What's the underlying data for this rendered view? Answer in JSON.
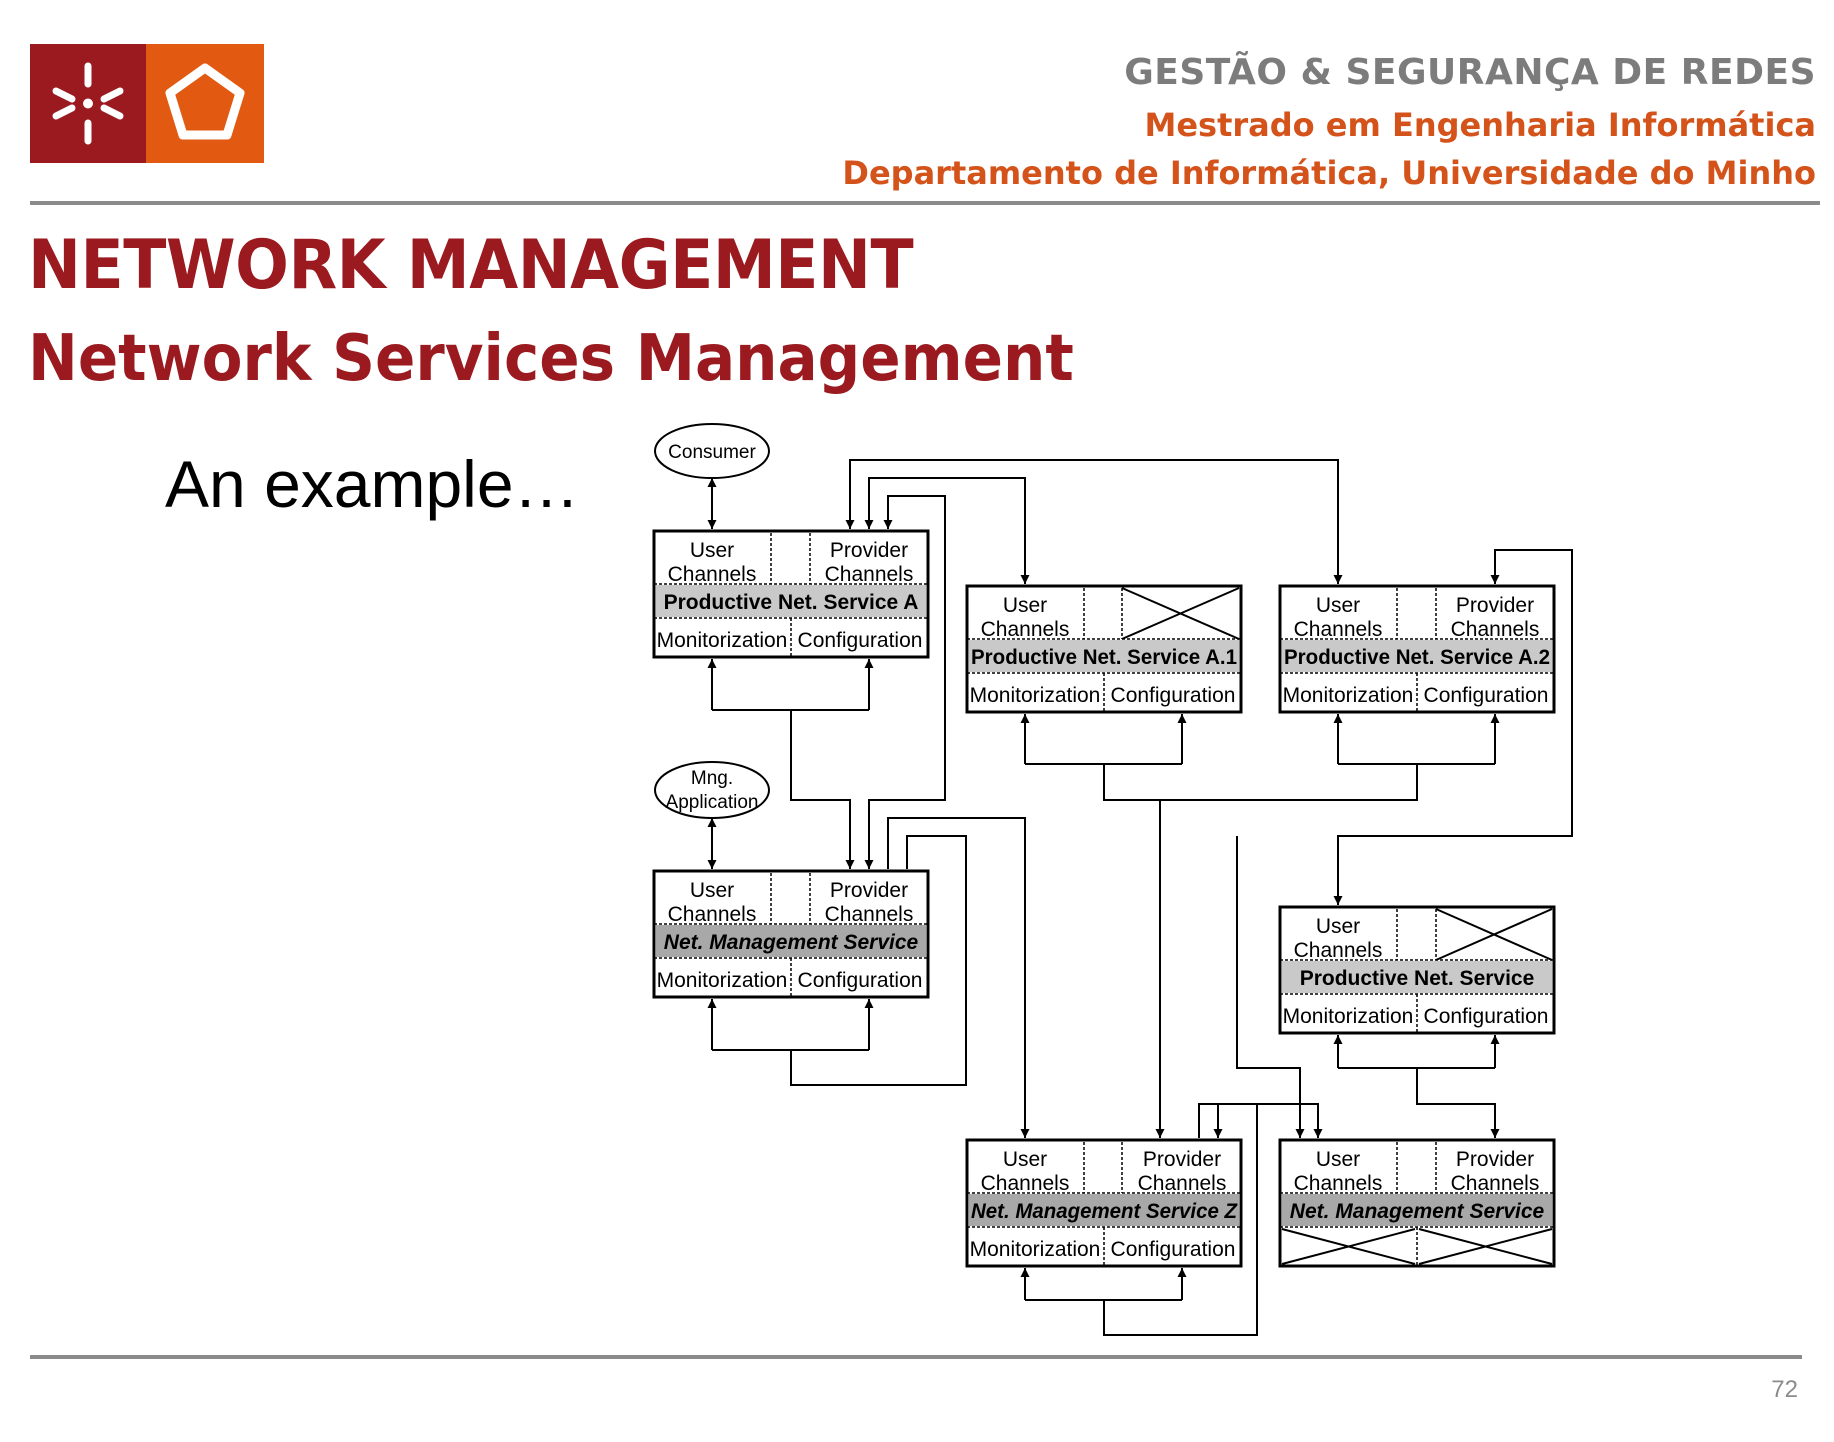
{
  "header": {
    "course": "GESTÃO & SEGURANÇA DE REDES",
    "degree": "Mestrado em Engenharia Informática",
    "department": "Departamento de Informática,  Universidade do Minho"
  },
  "title": {
    "main": "NETWORK MANAGEMENT",
    "sub": "Network Services Management"
  },
  "body_text": "An example…",
  "page_number": "72",
  "colors": {
    "brand_red": "#9a1a1f",
    "brand_orange": "#e25a12",
    "header_gray": "#7c7c7c",
    "title_bar_light": "#c9c9c9",
    "title_bar_dark": "#a8a8a8"
  },
  "icons": [
    "university-asterisk-icon",
    "pentagon-icon"
  ],
  "diagram": {
    "actors": {
      "consumer": "Consumer",
      "mng_line1": "Mng.",
      "mng_line2": "Application"
    },
    "labels": {
      "user_1": "User",
      "user_2": "Channels",
      "provider_1": "Provider",
      "provider_2": "Channels",
      "monitorization": "Monitorization",
      "configuration": "Configuration"
    },
    "services": {
      "productive_a": "Productive Net. Service A",
      "productive_a1": "Productive Net. Service A.1",
      "productive_a2": "Productive Net. Service A.2",
      "net_mgmt_left": "Net. Management Service",
      "productive": "Productive Net. Service",
      "net_mgmt_z": "Net. Management Service Z",
      "net_mgmt_right": "Net. Management Service"
    }
  }
}
